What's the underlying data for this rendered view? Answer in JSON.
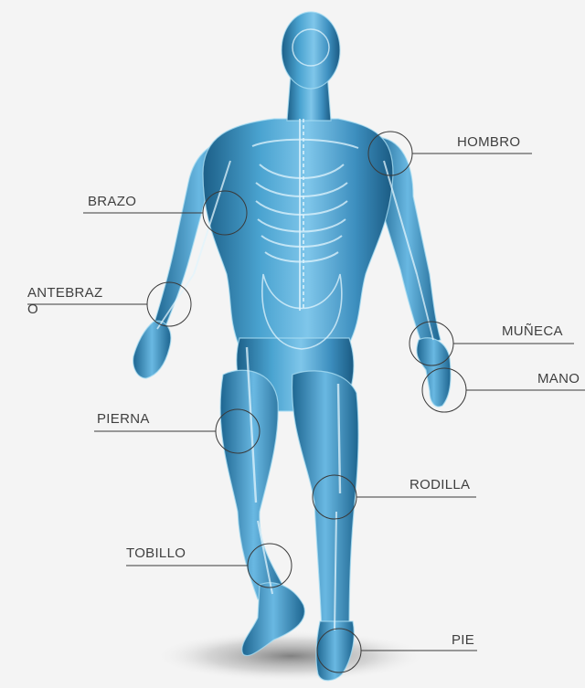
{
  "labels": {
    "hombro": "HOMBRO",
    "brazo": "BRAZO",
    "antebrazo_line1": "ANTEBRAZ",
    "antebrazo_line2": "O",
    "muneca": "MUÑECA",
    "mano": "MANO",
    "pierna": "PIERNA",
    "rodilla": "RODILLA",
    "tobillo": "TOBILLO",
    "pie": "PIE"
  },
  "colors": {
    "background": "#f4f4f4",
    "body_light": "#8fd0ef",
    "body_mid": "#3d95c4",
    "body_dark": "#1c5f88",
    "bone": "#dff2fb",
    "callout": "#3a3a3a",
    "label_text": "#3f3f3f"
  }
}
